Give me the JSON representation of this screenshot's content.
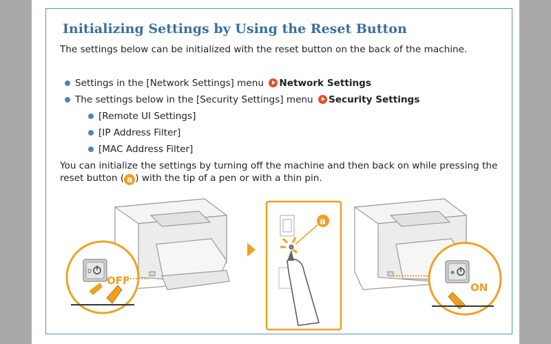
{
  "section": {
    "title": "Initializing Settings by Using the Reset Button",
    "intro": "The settings below can be initialized with the reset button on the back of the machine.",
    "items": [
      {
        "text": "Settings in the [Network Settings] menu ",
        "link": "Network Settings"
      },
      {
        "text": "The settings below in the [Security Settings] menu ",
        "link": "Security Settings"
      }
    ],
    "sub_items": [
      "[Remote UI Settings]",
      "[IP Address Filter]",
      "[MAC Address Filter]"
    ],
    "outro_before": "You can initialize the settings by turning off the machine and then back on while pressing the reset button (",
    "outro_badge": "a",
    "outro_after": ") with the tip of a pen or with a thin pin."
  },
  "illustration": {
    "off_label": "OFF",
    "on_label": "ON",
    "callout_badge": "a",
    "colors": {
      "accent": "#f0a020",
      "link_arrow": "#e4502d",
      "title": "#3a6f9e",
      "bullet": "#4e86b5"
    }
  }
}
